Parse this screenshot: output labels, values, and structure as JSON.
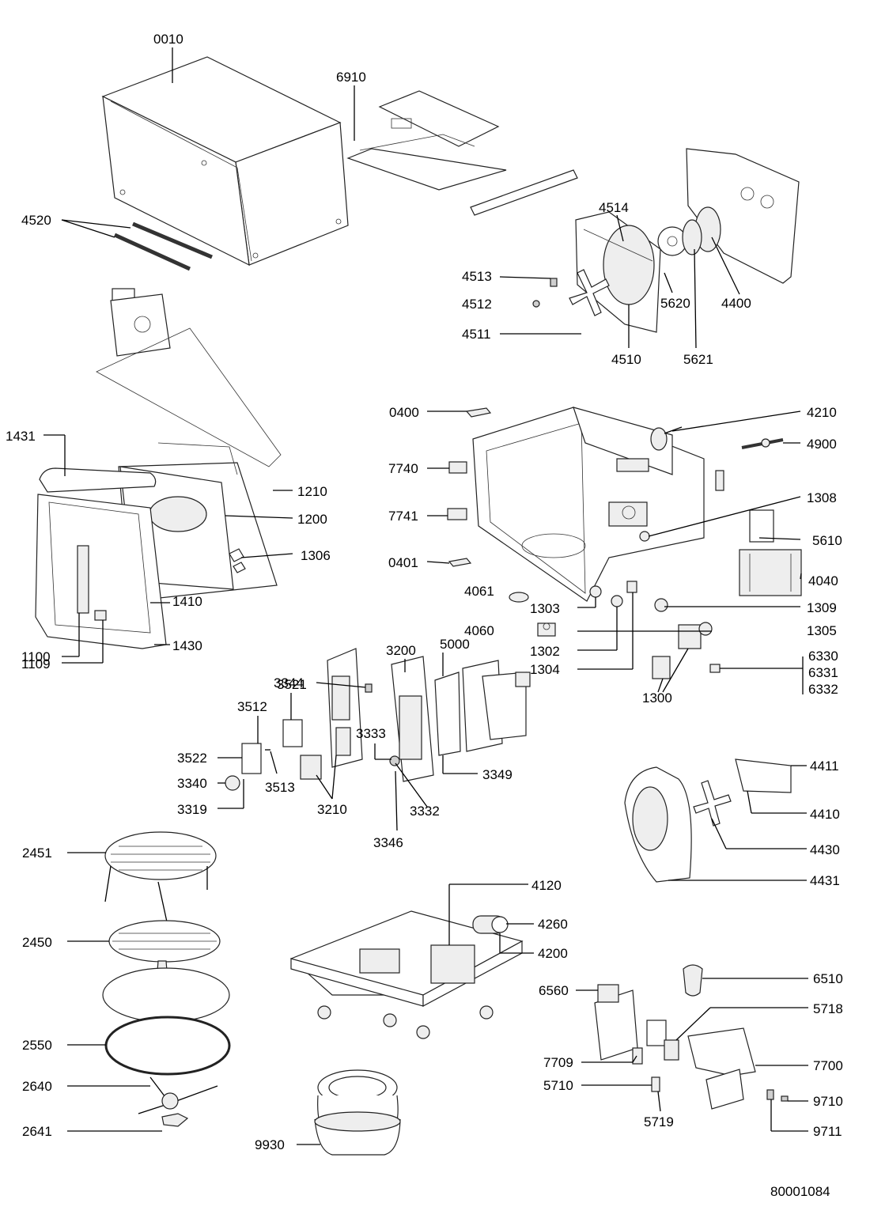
{
  "drawing_number": "80001084",
  "labels": {
    "l0010": "0010",
    "l6910": "6910",
    "l4520": "4520",
    "l4514": "4514",
    "l4513": "4513",
    "l4512": "4512",
    "l4511": "4511",
    "l4510": "4510",
    "l5620": "5620",
    "l5621": "5621",
    "l4400": "4400",
    "l0400": "0400",
    "l4210": "4210",
    "l4900": "4900",
    "l1431": "1431",
    "l1210": "1210",
    "l1200": "1200",
    "l1306": "1306",
    "l7740": "7740",
    "l1308": "1308",
    "l7741": "7741",
    "l0401": "0401",
    "l5610": "5610",
    "l4061": "4061",
    "l4040": "4040",
    "l4060": "4060",
    "l1309": "1309",
    "l1303": "1303",
    "l1305": "1305",
    "l1302": "1302",
    "l1304": "1304",
    "l6330": "6330",
    "l6331": "6331",
    "l6332": "6332",
    "l1300": "1300",
    "l1410": "1410",
    "l1100": "1100",
    "l1430": "1430",
    "l1109": "1109",
    "l3344": "3344",
    "l3200": "3200",
    "l5000": "5000",
    "l3521": "3521",
    "l3512": "3512",
    "l3333": "3333",
    "l3522": "3522",
    "l3340": "3340",
    "l3513": "3513",
    "l3349": "3349",
    "l3319": "3319",
    "l3210": "3210",
    "l3332": "3332",
    "l3346": "3346",
    "l4411": "4411",
    "l4410": "4410",
    "l4430": "4430",
    "l4431": "4431",
    "l2451": "2451",
    "l4120": "4120",
    "l4260": "4260",
    "l2450": "2450",
    "l4200": "4200",
    "l6510": "6510",
    "l6560": "6560",
    "l5718": "5718",
    "l2550": "2550",
    "l7709": "7709",
    "l7700": "7700",
    "l5710": "5710",
    "l2640": "2640",
    "l9710": "9710",
    "l5719": "5719",
    "l2641": "2641",
    "l9930": "9930",
    "l9711": "9711"
  }
}
